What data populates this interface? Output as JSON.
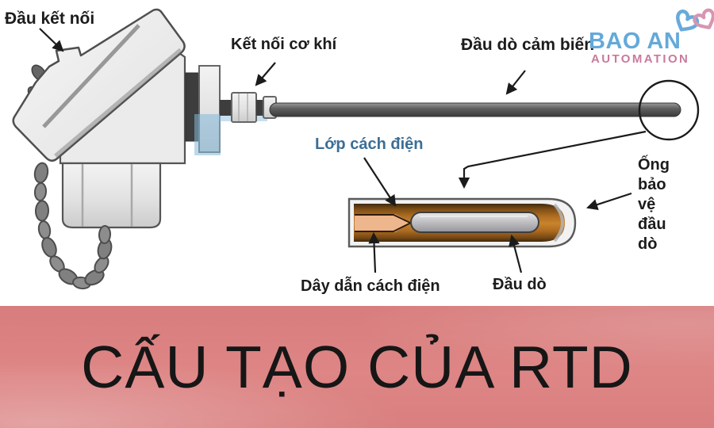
{
  "logo": {
    "name": "BAO AN",
    "sub": "AUTOMATION",
    "icon": "interlocked-hearts-icon",
    "name_color": "#64a9da",
    "sub_color": "#c97a9c",
    "heart_blue": "#68aada",
    "heart_pink": "#d795b2"
  },
  "banner": {
    "title": "CẤU TẠO CỦA RTD",
    "bg_color": "#dc8181",
    "text_color": "#161616"
  },
  "diagram": {
    "labels": {
      "connection_head": "Đầu kết nối",
      "mechanical_connection": "Kết nối cơ khí",
      "sensor_probe": "Đầu dò cảm biến",
      "insulation_layer": "Lớp cách điện",
      "protection_tube_lines": [
        "Ống",
        "bảo",
        "vệ",
        "đầu",
        "dò"
      ],
      "insulated_wire": "Dây dẫn cách điện",
      "probe_tip": "Đầu dò"
    },
    "colors": {
      "insulation_label_blue": "#3c6e96",
      "copper": "#b06e22",
      "peach_insulation": "#eeb68c",
      "highlight_blue": "#85b9dc",
      "metal_light": "#e8e8e8",
      "metal_dark": "#3d3d3d",
      "rod_grey": "#5f5f5f"
    }
  }
}
